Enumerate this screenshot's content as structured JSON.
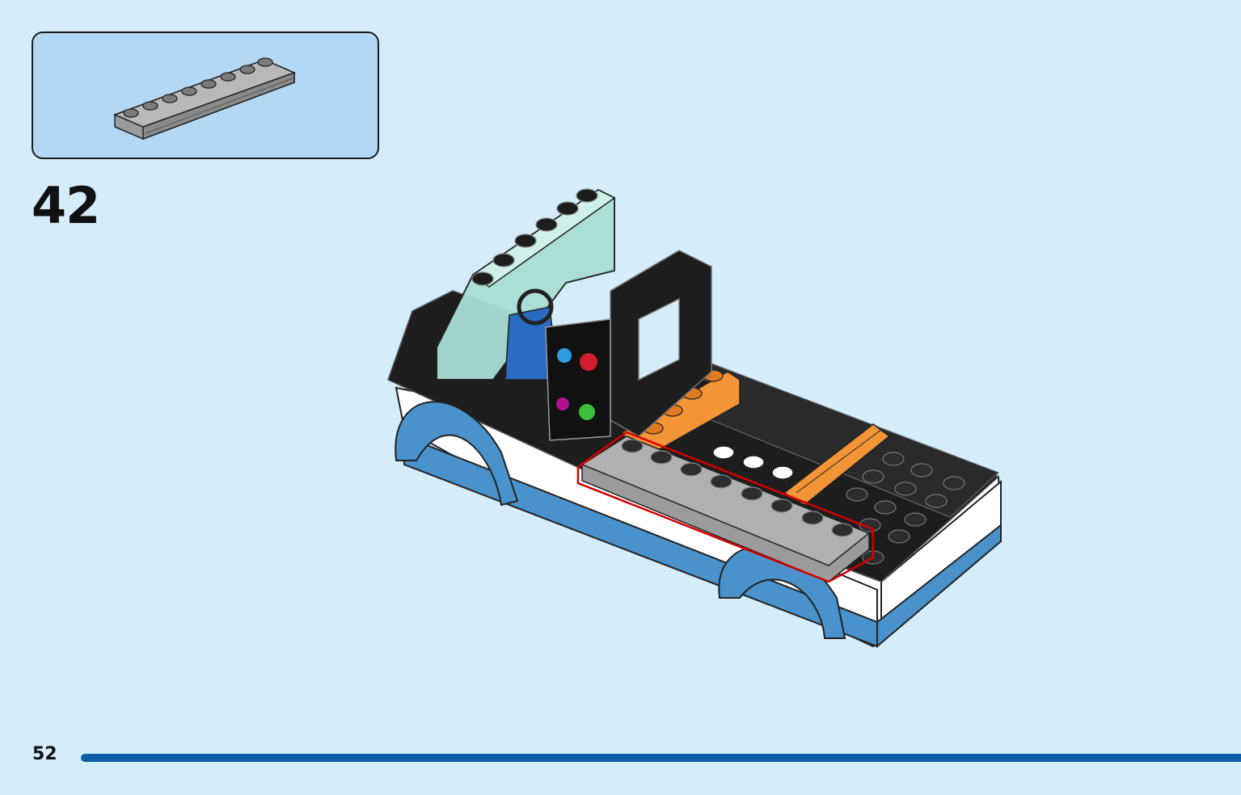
{
  "step": {
    "number": "42"
  },
  "page": {
    "number": "52"
  },
  "parts_list": [
    {
      "part": "grey-plate-1x8-with-rail",
      "count": 1
    }
  ],
  "colors": {
    "background": "#d5ecfb",
    "parts_box": "#b3d8f5",
    "progress_bar": "#0a5fa8",
    "highlight": "#d40000"
  }
}
